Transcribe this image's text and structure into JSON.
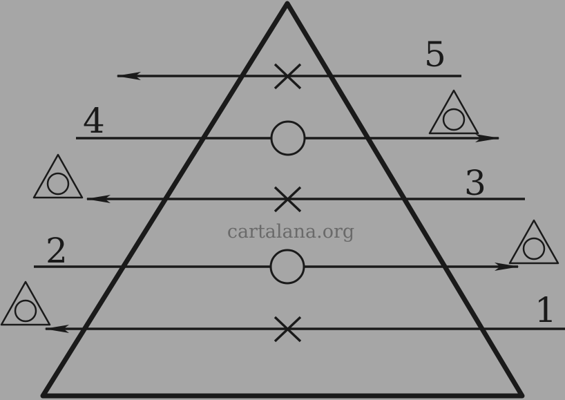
{
  "diagram": {
    "watermark": "cartalana.org",
    "colors": {
      "background": "#a6a6a6",
      "stroke": "#1a1a1a",
      "watermark": "#6a6a6a"
    },
    "lines": [
      {
        "number": "1",
        "direction": "left",
        "center_mark": "cross"
      },
      {
        "number": "2",
        "direction": "right",
        "center_mark": "circle"
      },
      {
        "number": "3",
        "direction": "left",
        "center_mark": "cross"
      },
      {
        "number": "4",
        "direction": "right",
        "center_mark": "circle"
      },
      {
        "number": "5",
        "direction": "left",
        "center_mark": "cross"
      }
    ],
    "end_symbols": [
      {
        "type": "triangle-with-circle",
        "attached_to_line": "1"
      },
      {
        "type": "triangle-with-circle",
        "attached_to_line": "2"
      },
      {
        "type": "triangle-with-circle",
        "attached_to_line": "3"
      },
      {
        "type": "triangle-with-circle",
        "attached_to_line": "4"
      }
    ]
  }
}
